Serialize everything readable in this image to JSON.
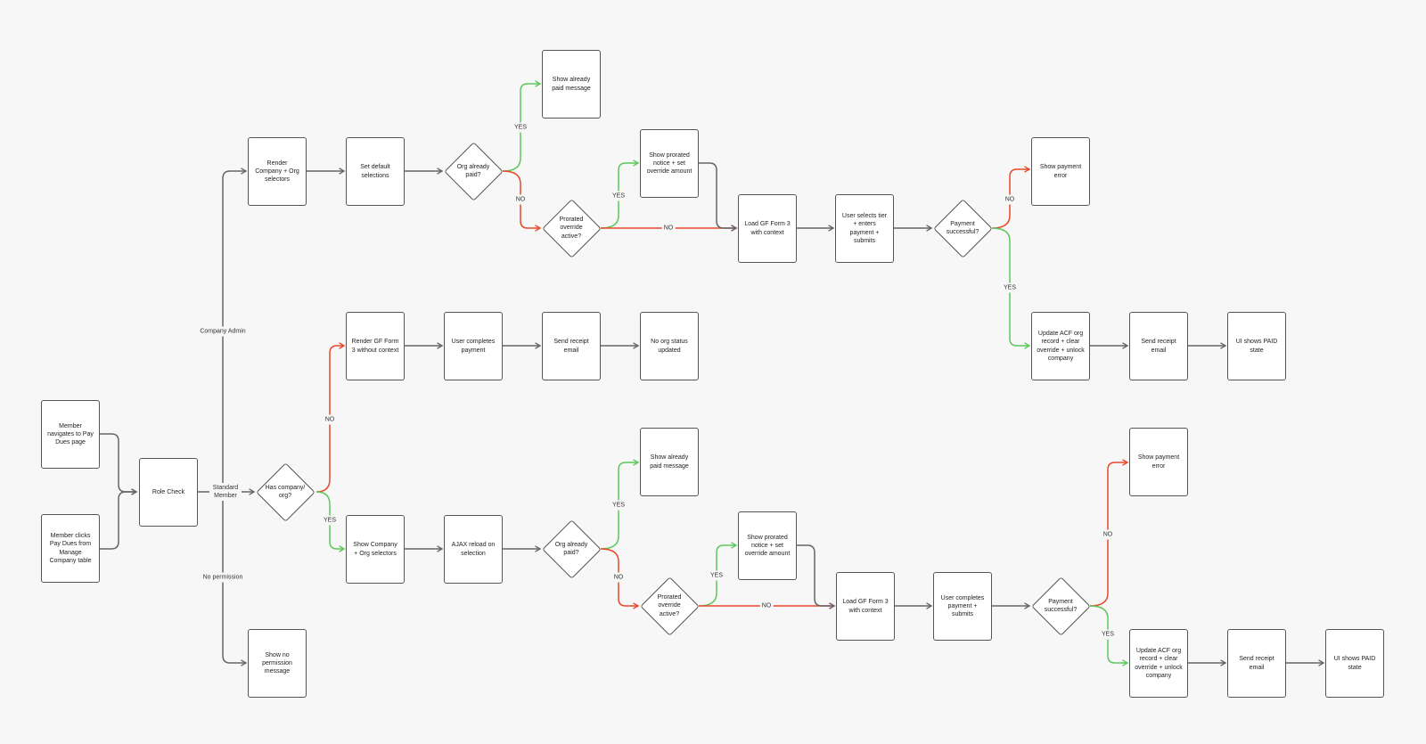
{
  "colors": {
    "background": "#f7f7f7",
    "neutral_edge": "#666666",
    "yes_edge": "#5cc85c",
    "no_edge": "#e8492a",
    "node_border": "#555555",
    "node_fill": "#ffffff"
  },
  "nodes": {
    "member_nav": "Member navigates to Pay Dues page",
    "member_clicks": "Member clicks Pay Dues from Manage Company table",
    "role_check": "Role Check",
    "render_selectors": "Render Company + Org selectors",
    "set_default": "Set default selections",
    "org_paid_top": "Org already paid?",
    "show_paid_top": "Show already paid message",
    "prorated_top": "Prorated override active?",
    "show_prorated_top": "Show prorated notice + set override amount",
    "load_form_top": "Load GF Form 3 with context",
    "user_selects_tier": "User selects tier + enters payment + submits",
    "payment_ok_top": "Payment successful?",
    "payment_error_top": "Show payment error",
    "update_acf_top": "Update ACF org record + clear override + unlock company",
    "send_receipt_top": "Send receipt email",
    "ui_paid_top": "UI shows PAID state",
    "has_company": "Has company/ org?",
    "render_form_no_ctx": "Render GF Form 3 without context",
    "user_completes": "User completes payment",
    "send_receipt_mid": "Send receipt email",
    "no_org_status": "No org status updated",
    "show_selectors": "Show Company + Org selectors",
    "ajax_reload": "AJAX reload on selection",
    "org_paid_bot": "Org already paid?",
    "show_paid_bot": "Show already paid message",
    "prorated_bot": "Prorated override active?",
    "show_prorated_bot": "Show prorated notice + set override amount",
    "load_form_bot": "Load GF Form 3 with context",
    "user_completes_submits": "User completes payment + submits",
    "payment_ok_bot": "Payment successful?",
    "payment_error_bot": "Show payment error",
    "update_acf_bot": "Update ACF org record + clear override + unlock company",
    "send_receipt_bot": "Send receipt email",
    "ui_paid_bot": "UI shows PAID state",
    "no_permission": "Show no permission message"
  },
  "edge_labels": {
    "company_admin": "Company Admin",
    "standard_member": "Standard Member",
    "no_permission": "No permission",
    "yes": "YES",
    "no": "NO"
  }
}
